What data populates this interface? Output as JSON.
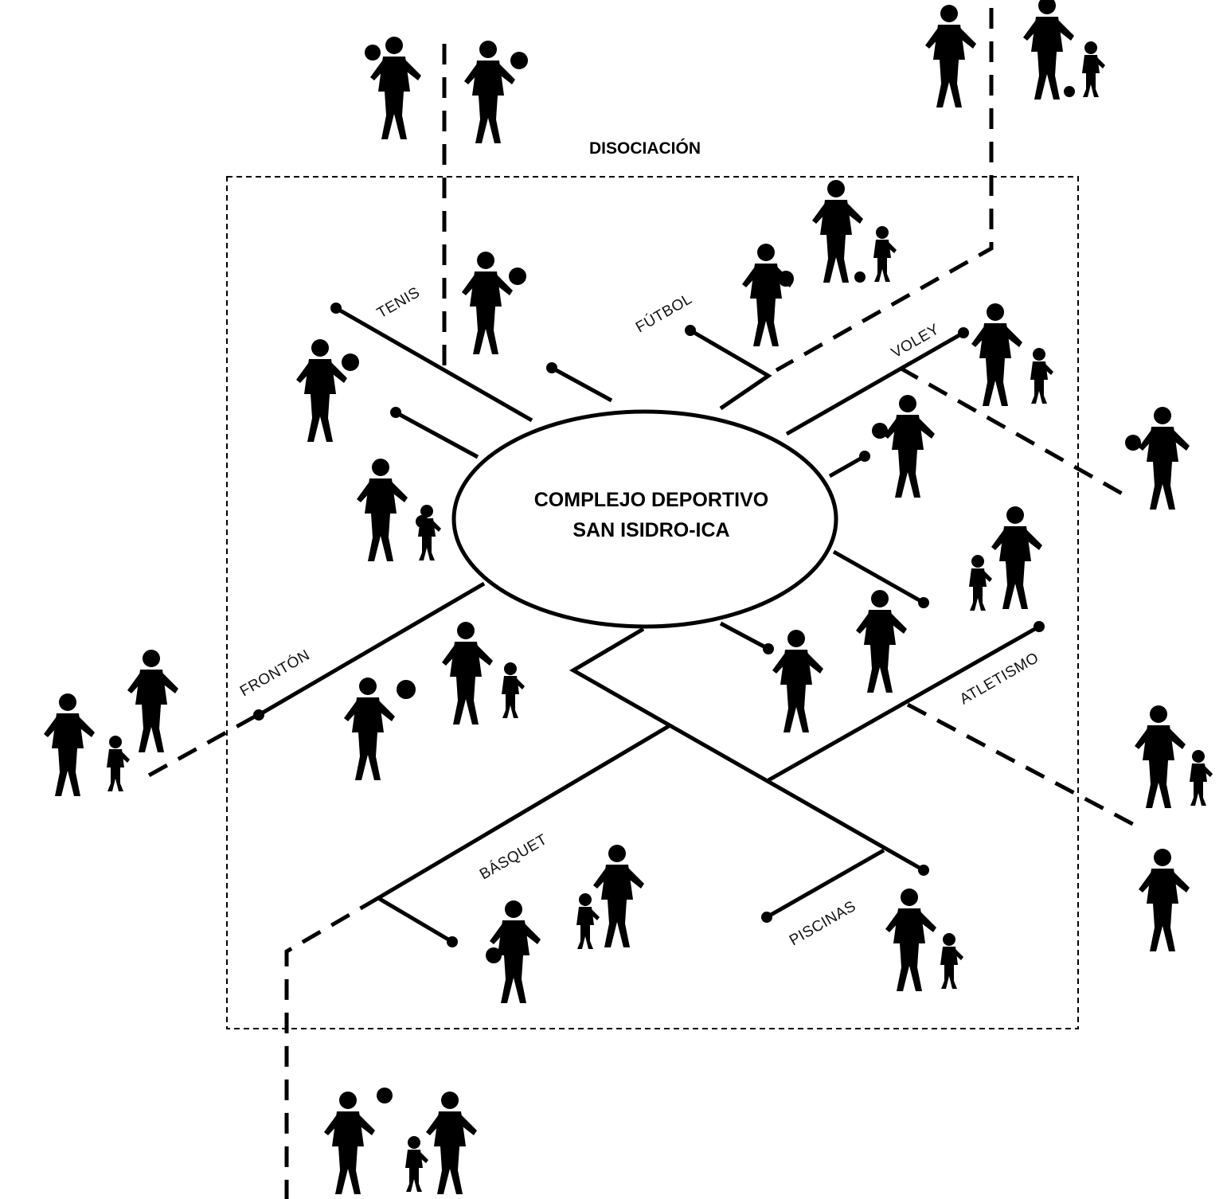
{
  "title": "DISOCIACIÓN",
  "hub": {
    "line1": "COMPLEJO DEPORTIVO",
    "line2": "SAN ISIDRO-ICA"
  },
  "branches": {
    "tenis": "TENIS",
    "futbol": "FÚTBOL",
    "voley": "VOLEY",
    "fronton": "FRONTÓN",
    "atletismo": "ATLETISMO",
    "basquet": "BÁSQUET",
    "piscinas": "PISCINAS"
  },
  "colors": {
    "background": "#ffffff",
    "ink": "#000000"
  },
  "icons": [
    "player-silhouette-icon",
    "child-silhouette-icon",
    "ball-icon"
  ]
}
